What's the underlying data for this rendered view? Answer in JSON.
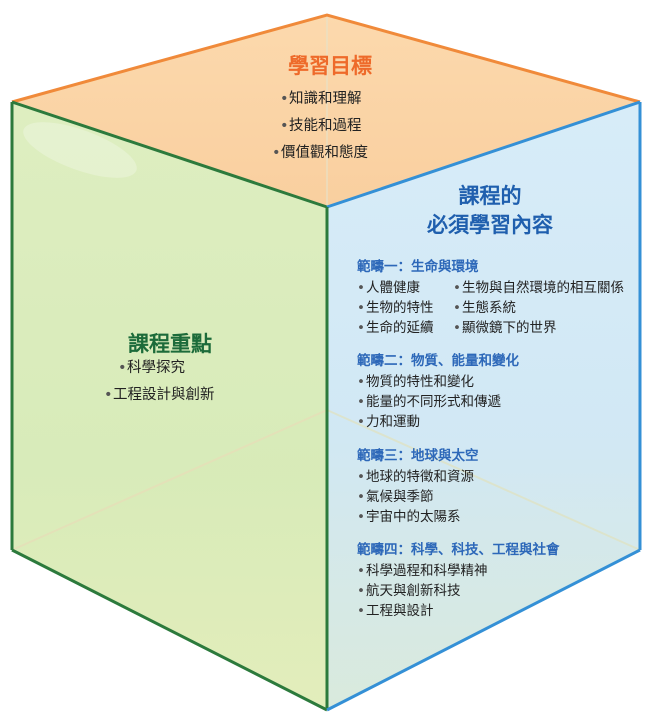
{
  "colors": {
    "top_face": "#fbd4a4",
    "top_edge": "#f08a3a",
    "left_face": "#d7ebb7",
    "left_edge": "#2c7a3c",
    "right_face": "#d2e9f6",
    "right_edge": "#3490d6",
    "top_title": "#ee6a2a",
    "left_title": "#1c6b3a",
    "right_title": "#1f5fae",
    "category": "#2d68b9"
  },
  "top_face": {
    "title": "學習目標",
    "items": [
      "知識和理解",
      "技能和過程",
      "價值觀和態度"
    ]
  },
  "left_face": {
    "title": "課程重點",
    "items": [
      "科學探究",
      "工程設計與創新"
    ]
  },
  "right_face": {
    "title_line1": "課程的",
    "title_line2": "必須學習內容",
    "categories": [
      {
        "name": "範疇一：生命與環境",
        "col1": [
          "人體健康",
          "生物的特性",
          "生命的延續"
        ],
        "col2": [
          "生物與自然環境的相互關係",
          "生態系統",
          "顯微鏡下的世界"
        ]
      },
      {
        "name": "範疇二：物質、能量和變化",
        "items": [
          "物質的特性和變化",
          "能量的不同形式和傳遞",
          "力和運動"
        ]
      },
      {
        "name": "範疇三：地球與太空",
        "items": [
          "地球的特徵和資源",
          "氣候與季節",
          "宇宙中的太陽系"
        ]
      },
      {
        "name": "範疇四：科學、科技、工程與社會",
        "items": [
          "科學過程和科學精神",
          "航天與創新科技",
          "工程與設計"
        ]
      }
    ]
  }
}
